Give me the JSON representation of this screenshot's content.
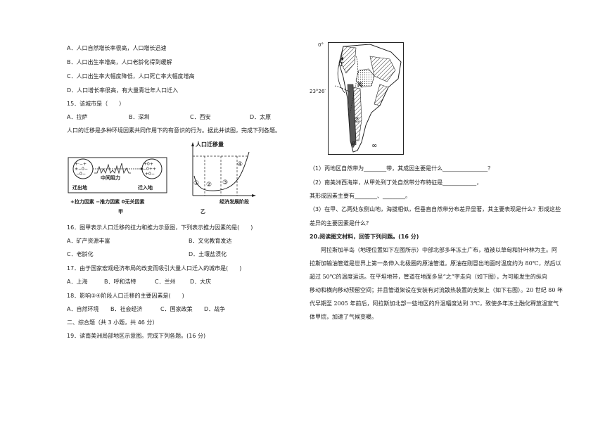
{
  "left": {
    "q14_options": [
      "A．人口自然增长率很高，人口增长迅速",
      "B．人口出生率增高，人口老龄化得到缓解",
      "C．人口出生率大幅度降低，人口死亡率大幅度增高",
      "D．人口增长率很高，有大量青壮年人口迁入"
    ],
    "q15": {
      "stem": "15．该城市是（　　）",
      "options": [
        "A．拉萨",
        "B．深圳",
        "C．西安",
        "D．太原"
      ]
    },
    "intro": "人口的迁移是多种环境因素共同作用下的有意识的行为。据此并读图，完成下列各题。",
    "fig_jia": {
      "out_label": "迁出地",
      "mid_label": "中间阻力",
      "in_label": "迁入地",
      "legend": "+拉力因素 −推力因素 0无关因素",
      "name": "甲"
    },
    "fig_yi": {
      "ylabel": "人口迁移量",
      "xlabel": "经济发展阶段",
      "stages": [
        "①",
        "②",
        "③",
        "④"
      ],
      "name": "乙"
    },
    "q16": {
      "stem": "16．图甲表示人口迁移的拉力和推力示意图，下列表示推力因素的是(　　)",
      "options": [
        "A．矿产资源丰富",
        "B．文化教育发达",
        "C．老龄化",
        "D．土壤盐渍化"
      ]
    },
    "q17": {
      "stem": "17．由于国家宏观经济布局的改变而吸引大量人口迁入的城市是(　　)",
      "options": [
        "A．上海",
        "B．呼和浩特",
        "C．兰州",
        "D．大庆"
      ]
    },
    "q18": {
      "stem": "18．影响③④阶段人口迁移的主要因素是(　　)",
      "options": [
        "A．自然环境",
        "B．社会经济",
        "C．国家政策",
        "D．战争"
      ]
    },
    "section2": "二、综合题（共 3 小题，共 46 分）",
    "q19": "19．读南美洲局部地区示意图。完成下列各题。(16 分)"
  },
  "map": {
    "lat0": "0°",
    "lat2326": "23°26′",
    "labels": [
      "丁",
      "丙",
      "乙",
      "甲"
    ]
  },
  "right": {
    "q19_1": "（1）丙地区自然带为________带，其成因主要是什么________________？",
    "q19_2a": "（2）南美洲西海岸，从甲处到丁处自然带分布特征是____________，",
    "q19_2b": "其形成因素主要有________、________。",
    "q19_3a": "（3）在甲、乙两处东侧山地，海拔相似，但垂直自然带分布差异显著，其主要表现是什么？形成这些",
    "q19_3b": "差异的主要因素是什么？",
    "q20_title": "20.阅读图文材料，回答下列问题。(16 分)",
    "q20_lines": [
      "阿拉斯加半岛（地理位置如下左图所示）中部北部多年冻土广布，植被以草甸和针叶林为主。阿",
      "拉斯加输油管道是世界上第一条伸入北极圈的原油管道。原油在刚冒出地面时温度约为 80℃，然后以",
      "超过 50℃的温度运送。在平坦地带，管道在地面多呈“之”字走向（如下图），为可能发生的纵向",
      "移动和横向移动预留空间；并且管道架设在安装有对流散热装置的支架上（如下右图）。20 世纪 80 年",
      "代早期至 2005 年前后，阿拉斯加北部一些地区的升温幅度达到 3℃，致使多年冻土融化释放温室气",
      "体甲烷，加速了气候变暖。"
    ]
  }
}
